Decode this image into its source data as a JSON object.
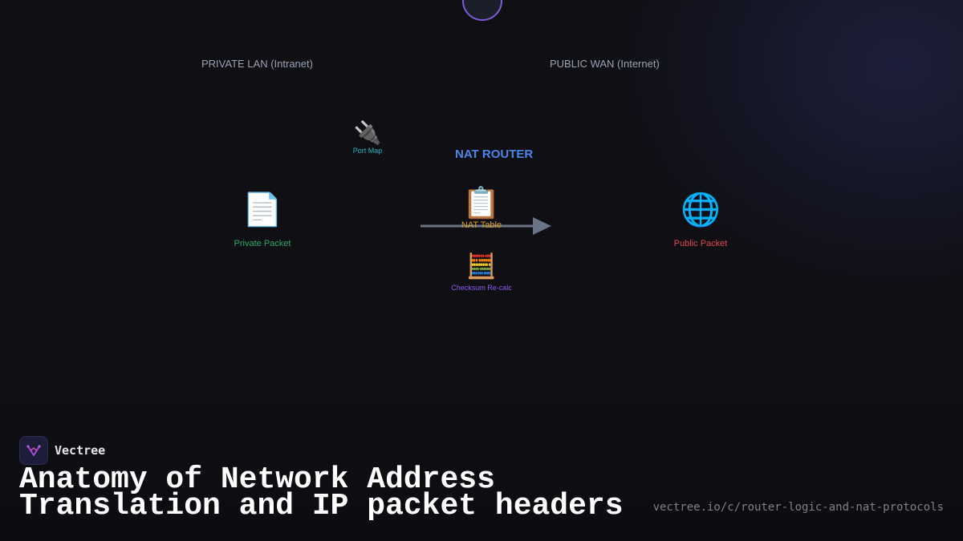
{
  "zones": {
    "lan_label": "PRIVATE LAN (Intranet)",
    "wan_label": "PUBLIC WAN (Internet)"
  },
  "router": {
    "title": "NAT ROUTER"
  },
  "nodes": {
    "port_map": {
      "label": "Port Map",
      "icon": "plug-icon",
      "glyph": "🔌",
      "color": "#22b8c8"
    },
    "private_packet": {
      "label": "Private Packet",
      "icon": "document-icon",
      "glyph": "📄",
      "color": "#2ea86b"
    },
    "nat_table": {
      "label": "NAT Table",
      "icon": "clipboard-icon",
      "glyph": "📋",
      "color": "#e0a020"
    },
    "public_packet": {
      "label": "Public Packet",
      "icon": "globe-icon",
      "glyph": "🌐",
      "color": "#e0484f"
    },
    "checksum": {
      "label": "Checksum Re-calc",
      "icon": "abacus-icon",
      "glyph": "🧮",
      "color": "#8a5cf0"
    }
  },
  "colors": {
    "background": "#0f0f14",
    "accent_purple": "#7c5cd6",
    "router_blue": "#4a86e8",
    "arrow_gray": "#6b7486"
  },
  "footer": {
    "brand": "Vectree",
    "title": "Anatomy of Network Address Translation and IP packet headers",
    "url": "vectree.io/c/router-logic-and-nat-protocols"
  }
}
